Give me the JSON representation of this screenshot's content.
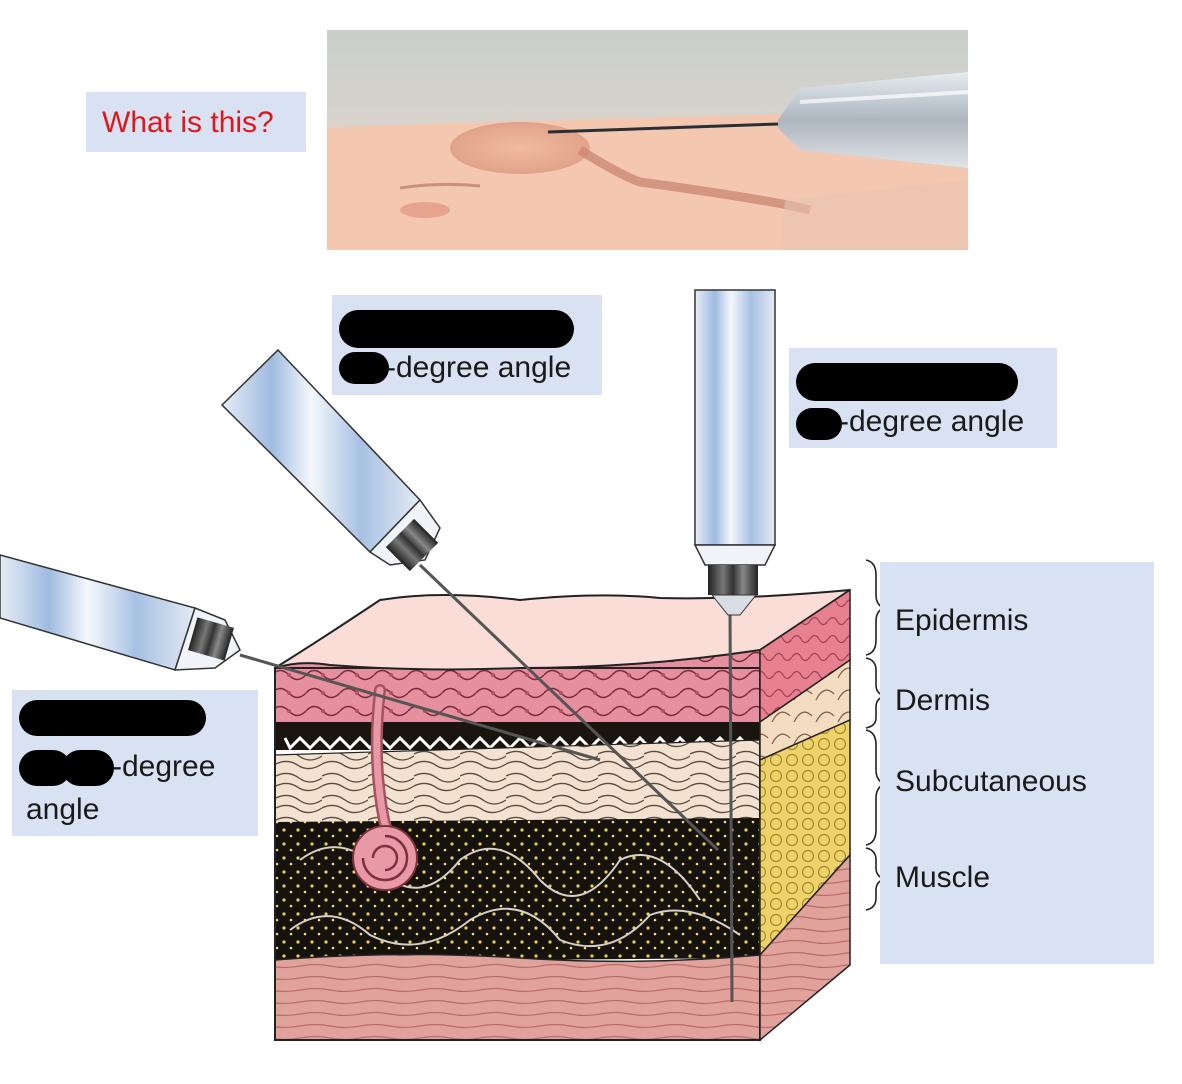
{
  "question": "What is this?",
  "labels": {
    "middle": {
      "angle_text": "-degree angle"
    },
    "right": {
      "angle_text": "-degree angle"
    },
    "left": {
      "angle_text": "-degree",
      "angle_text2": "angle"
    }
  },
  "layers": [
    "Epidermis",
    "Dermis",
    "Subcutaneous",
    "Muscle"
  ],
  "colors": {
    "label_bg": "#d9e2f3",
    "question_text": "#e0161b",
    "epidermis": "#e89aa6",
    "dermis": "#f2dcc0",
    "subcutaneous": "#e8c95a",
    "muscle": "#e3a5a0"
  }
}
